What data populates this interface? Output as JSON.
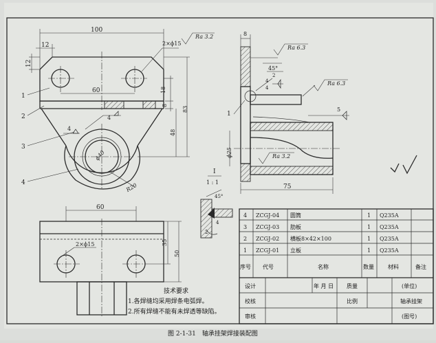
{
  "dimensions": {
    "width_100": "100",
    "width_12": "12",
    "height_12": "12",
    "holes_2x15_a": "2×ϕ15",
    "ra32_a": "Ra 3.2",
    "spacing_60_a": "60",
    "height_18": "18",
    "height_8": "8",
    "height_48": "48",
    "height_83": "83",
    "weld_4_a": "4",
    "weld_4_b": "4",
    "dia_40": "ϕ40",
    "radius_20": "R20",
    "top_8": "8",
    "ra63_a": "Ra 6.3",
    "angle_45": "45°",
    "weld_2": "2",
    "weld_4_c": "4",
    "weld_4_d": "4",
    "ra63_b": "Ra 6.3",
    "weld_5": "5",
    "dia_25": "ϕ25",
    "ra32_b": "Ra 3.2",
    "width_75": "75",
    "detail_45": "45°",
    "detail_4": "4",
    "detail_2": "2",
    "spacing_60_b": "60",
    "holes_2x15_b": "2×ϕ15",
    "height_35": "35",
    "height_50": "50"
  },
  "balloons": {
    "b1": "1",
    "b2": "2",
    "b3": "3",
    "b4": "4",
    "b1_right": "1"
  },
  "detail_view": {
    "label": "I",
    "scale": "1 : 1"
  },
  "tech_requirements": {
    "title": "技术要求",
    "item1": "1.各焊缝均采用焊条电弧焊。",
    "item2": "2.所有焊缝不能有未焊透等缺陷。"
  },
  "parts_list": {
    "rows": [
      {
        "no": "4",
        "code": "ZCGJ-04",
        "name": "圆筒",
        "qty": "1",
        "material": "Q235A"
      },
      {
        "no": "3",
        "code": "ZCGJ-03",
        "name": "肋板",
        "qty": "1",
        "material": "Q235A"
      },
      {
        "no": "2",
        "code": "ZCGJ-02",
        "name": "横板8×42×100",
        "qty": "1",
        "material": "Q235A"
      },
      {
        "no": "1",
        "code": "ZCGJ-01",
        "name": "立板",
        "qty": "1",
        "material": "Q235A"
      }
    ],
    "header": {
      "no": "序号",
      "code": "代号",
      "name": "名称",
      "qty": "数量",
      "material": "材料",
      "remark": "备注"
    }
  },
  "title_block": {
    "design": "设计",
    "check": "校核",
    "review": "审核",
    "date": "年 月 日",
    "mass": "质量",
    "scale": "比例",
    "unit": "(单位)",
    "drawing_name": "轴承挂架",
    "drawing_no": "(图号)"
  },
  "caption": "图 2-1-31　轴承挂架焊接装配图"
}
